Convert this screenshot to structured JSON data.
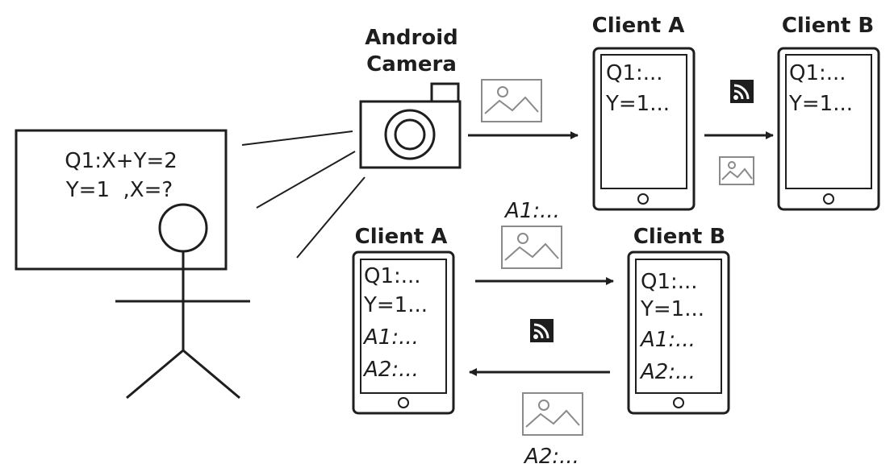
{
  "board": {
    "line1": "Q1:X+Y=2",
    "line2": "Y=1  ,X=?"
  },
  "camera": {
    "label_line1": "Android",
    "label_line2": "Camera"
  },
  "top_flow": {
    "client_a": {
      "title": "Client A",
      "lines": [
        "Q1:...",
        "Y=1..."
      ]
    },
    "client_b": {
      "title": "Client B",
      "lines": [
        "Q1:...",
        "Y=1..."
      ]
    }
  },
  "bottom_flow": {
    "client_a": {
      "title": "Client A",
      "lines": [
        "Q1:...",
        "Y=1...",
        "A1:...",
        "A2:..."
      ]
    },
    "client_b": {
      "title": "Client B",
      "lines": [
        "Q1:...",
        "Y=1...",
        "A1:...",
        "A2:..."
      ]
    },
    "answer_a1_label": "A1:...",
    "answer_a2_label": "A2:..."
  },
  "icons": {
    "camera": "camera-icon",
    "image": "image-icon",
    "wireless": "wireless-signal-icon",
    "person": "stick-figure-icon"
  },
  "colors": {
    "ink": "#1e1e1e",
    "image_icon_gray": "#8a8a8a"
  }
}
